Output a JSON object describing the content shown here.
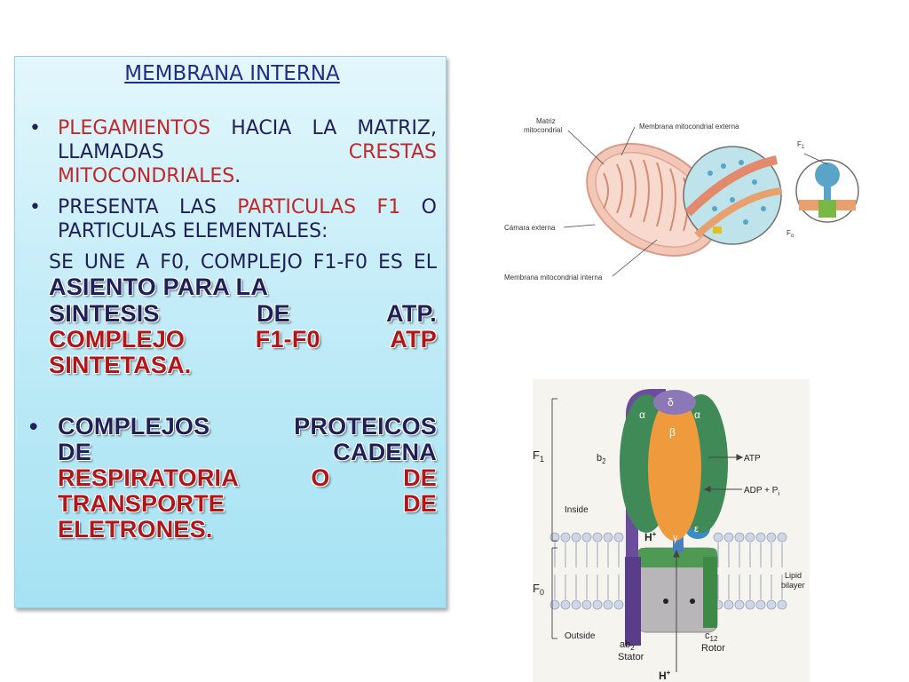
{
  "slide": {
    "title": "MEMBRANA INTERNA",
    "bullet1": {
      "p1": "PLEGAMIENTOS",
      "p2": " HACIA LA MATRIZ, LLAMADAS ",
      "p3": "CRESTAS MITOCONDRIALES",
      "p4": "."
    },
    "bullet2": {
      "p1": "PRESENTA LAS ",
      "p2": "PARTICULAS F1",
      "p3": " O PARTICULAS ELEMENTALES:"
    },
    "sub": {
      "p1": "SE UNE A F0, COMPLEJO F1-F0 ES EL ",
      "l1": "ASIENTO PARA LA",
      "l2": "SINTESIS DE ATP.",
      "l3": "COMPLEJO F1-F0 ATP",
      "l4": "SINTETASA."
    },
    "bullet3": {
      "l1": "COMPLEJOS PROTEICOS",
      "l2": "DE CADENA",
      "l3": "RESPIRATORIA O DE",
      "l4": "TRANSPORTE DE",
      "l5": "ELETRONES."
    }
  },
  "mito_figure": {
    "matriz": "Matriz",
    "mitocondrial": "mitocondrial",
    "externa": "Membrana mitocondrial externa",
    "camara": "Cámara externa",
    "interna": "Membrana mitocondrial interna",
    "f1": "F",
    "f1_sub": "1",
    "f0": "F",
    "f0_sub": "o"
  },
  "atp_figure": {
    "delta": "δ",
    "alpha": "α",
    "beta": "β",
    "gamma": "γ",
    "epsilon": "ε",
    "f1": "F",
    "f1_sub": "1",
    "f0": "F",
    "f0_sub": "0",
    "b2": "b",
    "b2_sub": "2",
    "inside": "Inside",
    "outside": "Outside",
    "atp": "ATP",
    "adp": "ADP + P",
    "adp_sub": "i",
    "hplus": "H",
    "hplus_sup": "+",
    "lipid1": "Lipid",
    "lipid2": "bilayer",
    "ab2": "ab",
    "ab2_sub": "2",
    "stator": "Stator",
    "c12": "c",
    "c12_sub": "12",
    "rotor": "Rotor"
  }
}
